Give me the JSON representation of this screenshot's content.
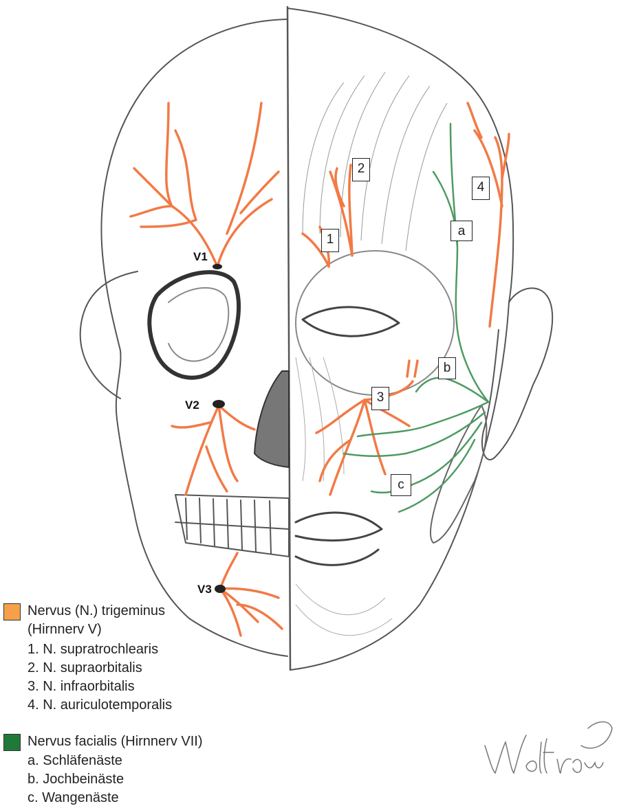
{
  "colors": {
    "trigeminus": "#f27a45",
    "facialis": "#4e9a62",
    "legend_orange": "#f5a04b",
    "legend_green": "#1f7a3a",
    "pencil": "#555555"
  },
  "labels": {
    "v1": "V1",
    "v2": "V2",
    "v3": "V3",
    "n1": "1",
    "n2": "2",
    "n3": "3",
    "n4": "4",
    "a": "a",
    "b": "b",
    "c": "c"
  },
  "legend": {
    "trigeminus": {
      "title": "Nervus (N.) trigeminus",
      "subtitle": "(Hirnnerv V)",
      "items": [
        "1. N. supratrochlearis",
        "2. N. supraorbitalis",
        "3. N. infraorbitalis",
        "4. N. auriculotemporalis"
      ]
    },
    "facialis": {
      "title": "Nervus facialis (Hirnnerv VII)",
      "items": [
        "a. Schläfenäste",
        "b. Jochbeinäste",
        "c. Wangenäste"
      ]
    }
  },
  "signature": "Wolfram D"
}
